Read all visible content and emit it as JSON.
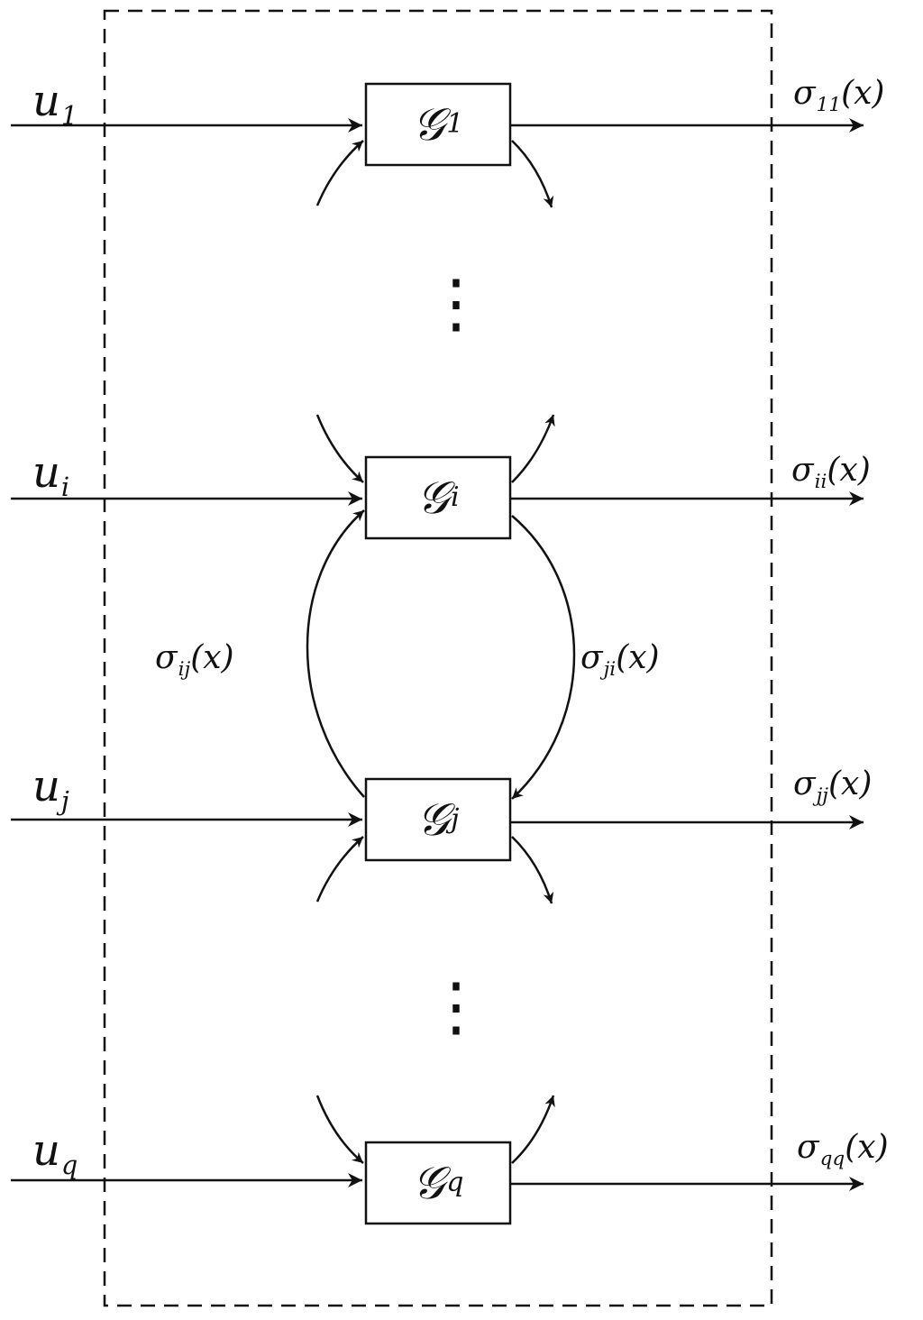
{
  "inputs": [
    {
      "letter": "u",
      "sub": "1"
    },
    {
      "letter": "u",
      "sub": "i"
    },
    {
      "letter": "u",
      "sub": "j"
    },
    {
      "letter": "u",
      "sub": "q"
    }
  ],
  "blocks": [
    {
      "letter": "𝒢",
      "sub": "1"
    },
    {
      "letter": "𝒢",
      "sub": "i"
    },
    {
      "letter": "𝒢",
      "sub": "j"
    },
    {
      "letter": "𝒢",
      "sub": "q"
    }
  ],
  "outputs": [
    {
      "sigma": "σ",
      "sub": "11",
      "arg": "(x)"
    },
    {
      "sigma": "σ",
      "sub": "ii",
      "arg": "(x)"
    },
    {
      "sigma": "σ",
      "sub": "jj",
      "arg": "(x)"
    },
    {
      "sigma": "σ",
      "sub": "qq",
      "arg": "(x)"
    }
  ],
  "couplings": [
    {
      "sigma": "σ",
      "sub": "ij",
      "arg": "(x)"
    },
    {
      "sigma": "σ",
      "sub": "ji",
      "arg": "(x)"
    }
  ],
  "ellipsis": [
    "⋮",
    "⋮"
  ]
}
